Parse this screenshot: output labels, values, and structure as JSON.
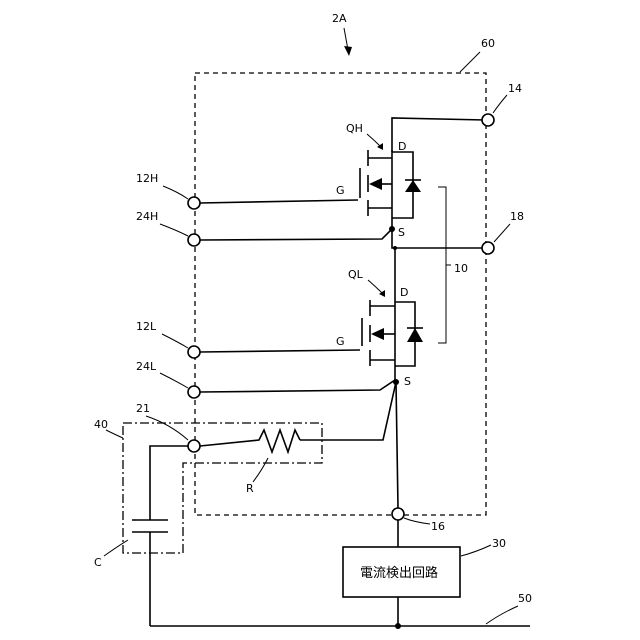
{
  "figure": {
    "title_ref": "2A",
    "module_ref": "60",
    "current_sense_block": {
      "ref": "30",
      "label": "電流検出回路"
    },
    "ground_line_ref": "50",
    "filter_group_ref": "40",
    "switch_group_ref": "10"
  },
  "terminals": {
    "t14": "14",
    "t18": "18",
    "t16": "16",
    "t12H": "12H",
    "t24H": "24H",
    "t12L": "12L",
    "t24L": "24L",
    "t21": "21"
  },
  "transistors": {
    "high": {
      "name": "QH",
      "gate": "G",
      "drain": "D",
      "source": "S"
    },
    "low": {
      "name": "QL",
      "gate": "G",
      "drain": "D",
      "source": "S"
    }
  },
  "components": {
    "resistor": "R",
    "capacitor": "C"
  }
}
